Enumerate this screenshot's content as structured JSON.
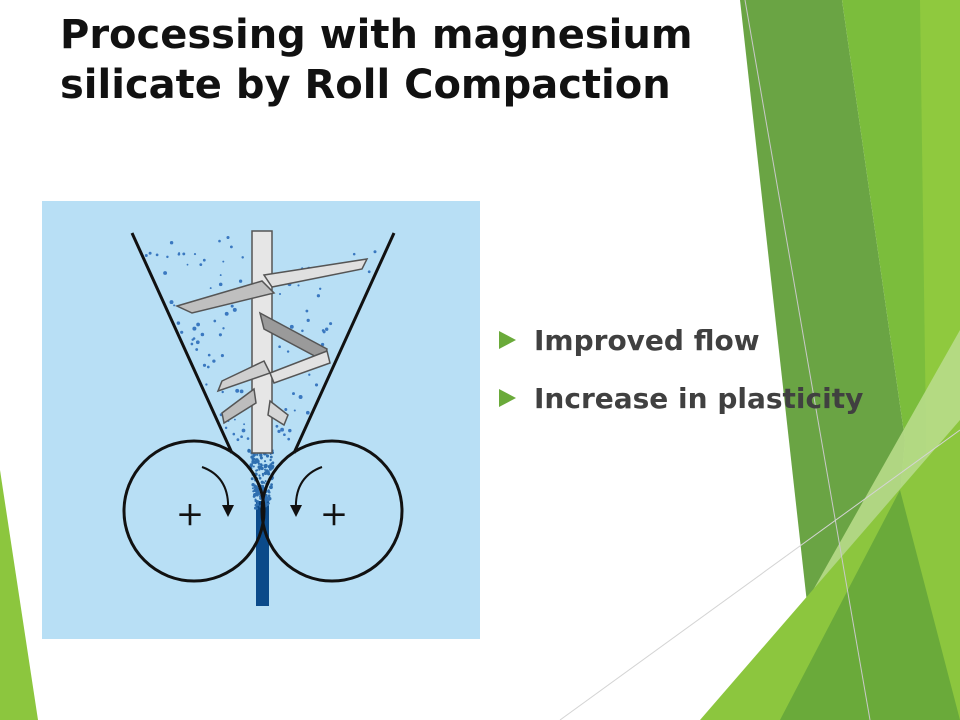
{
  "slide": {
    "title_line1": "Processing with magnesium",
    "title_line2": "silicate by Roll Compaction",
    "bullets": [
      "Improved flow",
      "Increase in plasticity"
    ]
  },
  "figure": {
    "description_icon": "roll-compactor-diagram",
    "roller_marks": [
      "+",
      "+"
    ]
  },
  "colors": {
    "accent_green": "#8cc63e",
    "dark_green": "#5f9a3a",
    "figure_background": "#b8dff5",
    "ribbon_blue": "#0b4a8a",
    "bullet_arrow": "#6aaa3a"
  }
}
